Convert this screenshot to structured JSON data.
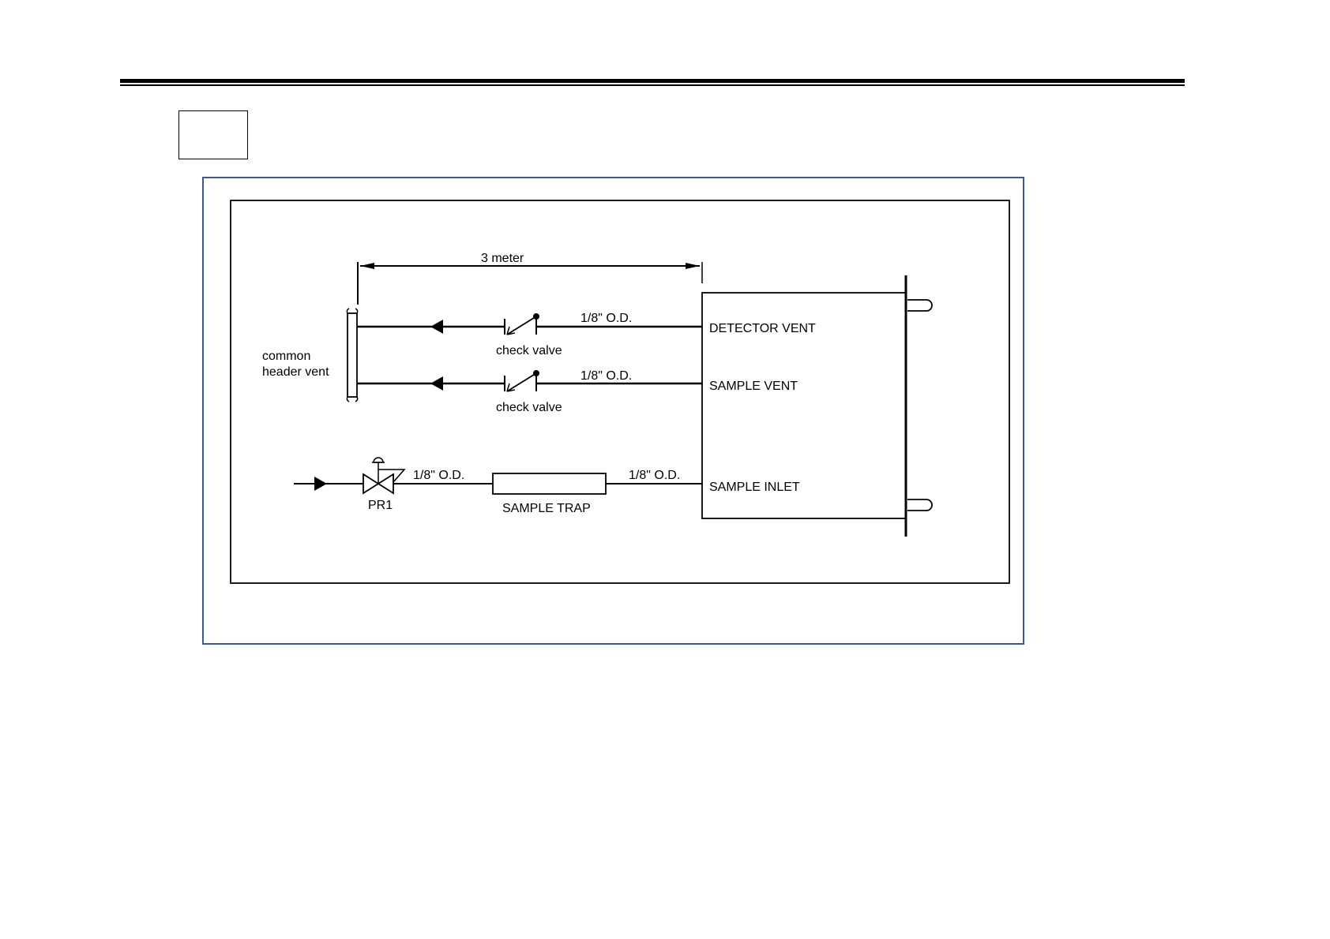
{
  "page": {
    "frame_color": "#3a5a98",
    "label_box_text": ""
  },
  "diagram": {
    "dimension_label": "3 meter",
    "header_label_line1": "common",
    "header_label_line2": "header vent",
    "tube_label_detector": "1/8\" O.D.",
    "tube_label_sample_vent": "1/8\" O.D.",
    "tube_label_inlet_left": "1/8\" O.D.",
    "tube_label_inlet_right": "1/8\" O.D.",
    "check_valve_label_1": "check valve",
    "check_valve_label_2": "check valve",
    "regulator_label": "PR1",
    "trap_label": "SAMPLE TRAP",
    "port_detector_vent": "DETECTOR VENT",
    "port_sample_vent": "SAMPLE VENT",
    "port_sample_inlet": "SAMPLE INLET"
  }
}
